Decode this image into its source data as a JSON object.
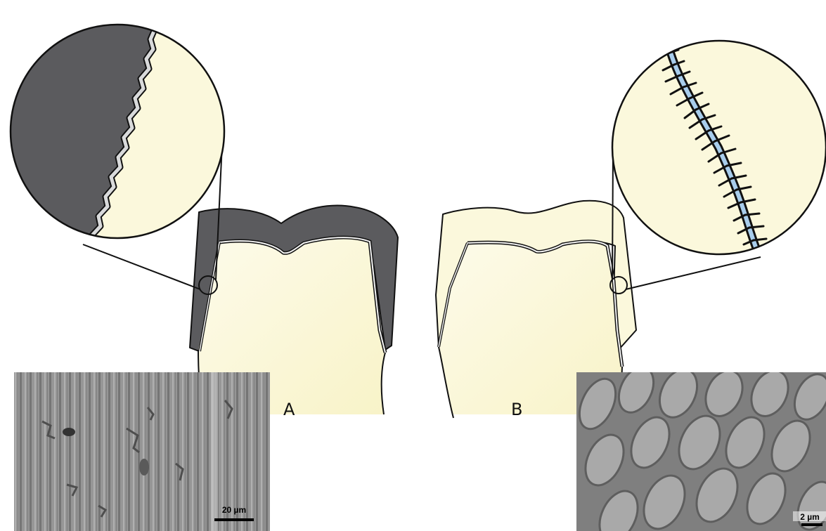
{
  "panels": {
    "a": {
      "label": "A",
      "scale_bar": "20 µm"
    },
    "b": {
      "label": "B",
      "scale_bar": "2 µm"
    }
  },
  "colors": {
    "dentin": "#fbf8dc",
    "dentin_light": "#fdfcef",
    "crown_dark": "#5b5b5e",
    "interface_gray": "#d9dadb",
    "interface_blue": "#a8cdec",
    "outline": "#111111",
    "sem_gray": "#8e8e8e"
  }
}
